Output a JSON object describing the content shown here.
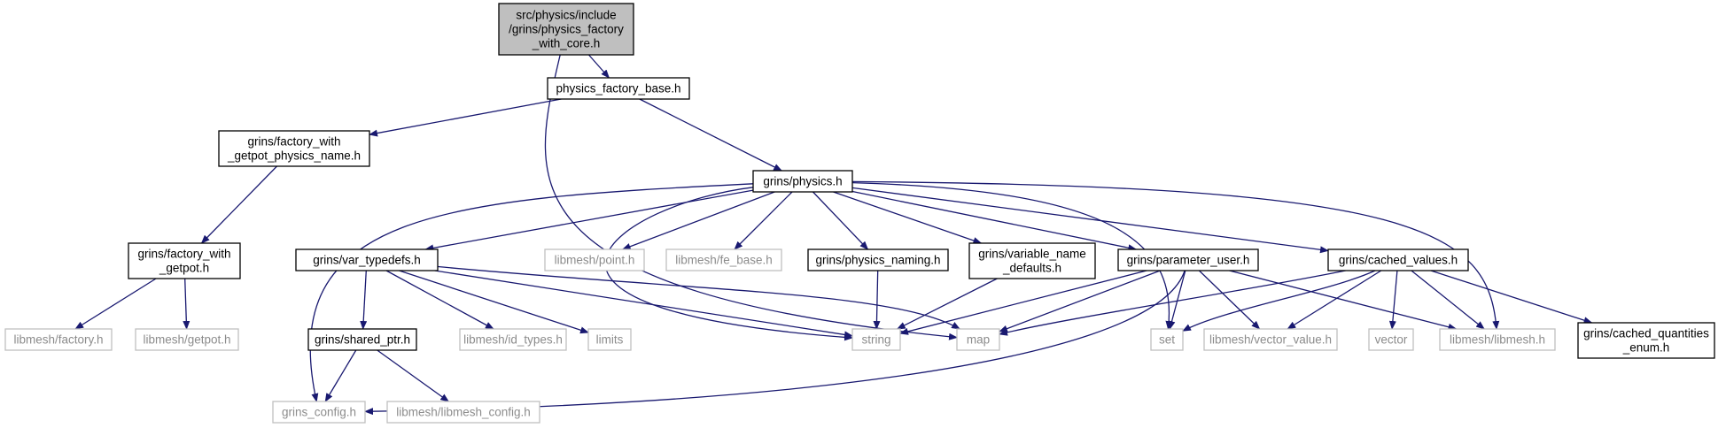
{
  "diagram": {
    "type": "include-dependency-graph",
    "colors": {
      "edge": "#191970",
      "root_fill": "#bfbfbf",
      "root_border": "#000000",
      "documented_border": "#000000",
      "external_border": "#bfbfbf",
      "documented_text": "#000000",
      "external_text": "#8c8c8c"
    },
    "nodes": [
      {
        "id": "root",
        "kind": "root",
        "lines": [
          "src/physics/include",
          "/grins/physics_factory",
          "_with_core.h"
        ]
      },
      {
        "id": "pfb",
        "kind": "documented",
        "lines": [
          "physics_factory_base.h"
        ]
      },
      {
        "id": "fwgpn",
        "kind": "documented",
        "lines": [
          "grins/factory_with",
          "_getpot_physics_name.h"
        ]
      },
      {
        "id": "physics",
        "kind": "documented",
        "lines": [
          "grins/physics.h"
        ]
      },
      {
        "id": "fwg",
        "kind": "documented",
        "lines": [
          "grins/factory_with",
          "_getpot.h"
        ]
      },
      {
        "id": "lfactory",
        "kind": "external",
        "lines": [
          "libmesh/factory.h"
        ]
      },
      {
        "id": "lgetpot",
        "kind": "external",
        "lines": [
          "libmesh/getpot.h"
        ]
      },
      {
        "id": "vartypedefs",
        "kind": "documented",
        "lines": [
          "grins/var_typedefs.h"
        ]
      },
      {
        "id": "lpoint",
        "kind": "external",
        "lines": [
          "libmesh/point.h"
        ]
      },
      {
        "id": "lfebase",
        "kind": "external",
        "lines": [
          "libmesh/fe_base.h"
        ]
      },
      {
        "id": "pnaming",
        "kind": "documented",
        "lines": [
          "grins/physics_naming.h"
        ]
      },
      {
        "id": "vndefaults",
        "kind": "documented",
        "lines": [
          "grins/variable_name",
          "_defaults.h"
        ]
      },
      {
        "id": "paramuser",
        "kind": "documented",
        "lines": [
          "grins/parameter_user.h"
        ]
      },
      {
        "id": "cachedvalues",
        "kind": "documented",
        "lines": [
          "grins/cached_values.h"
        ]
      },
      {
        "id": "sharedptr",
        "kind": "documented",
        "lines": [
          "grins/shared_ptr.h"
        ]
      },
      {
        "id": "lidtypes",
        "kind": "external",
        "lines": [
          "libmesh/id_types.h"
        ]
      },
      {
        "id": "limits",
        "kind": "external",
        "lines": [
          "limits"
        ]
      },
      {
        "id": "string",
        "kind": "external",
        "lines": [
          "string"
        ]
      },
      {
        "id": "map",
        "kind": "external",
        "lines": [
          "map"
        ]
      },
      {
        "id": "set",
        "kind": "external",
        "lines": [
          "set"
        ]
      },
      {
        "id": "lvectorvalue",
        "kind": "external",
        "lines": [
          "libmesh/vector_value.h"
        ]
      },
      {
        "id": "vector",
        "kind": "external",
        "lines": [
          "vector"
        ]
      },
      {
        "id": "llibmesh",
        "kind": "external",
        "lines": [
          "libmesh/libmesh.h"
        ]
      },
      {
        "id": "cqenum",
        "kind": "documented",
        "lines": [
          "grins/cached_quantities",
          "_enum.h"
        ]
      },
      {
        "id": "grinsconfig",
        "kind": "external",
        "lines": [
          "grins_config.h"
        ]
      },
      {
        "id": "llibmeshconfig",
        "kind": "external",
        "lines": [
          "libmesh/libmesh_config.h"
        ]
      }
    ],
    "edges": [
      [
        "root",
        "pfb"
      ],
      [
        "root",
        "map"
      ],
      [
        "pfb",
        "fwgpn"
      ],
      [
        "pfb",
        "physics"
      ],
      [
        "fwgpn",
        "fwg"
      ],
      [
        "fwg",
        "lfactory"
      ],
      [
        "fwg",
        "lgetpot"
      ],
      [
        "physics",
        "grinsconfig"
      ],
      [
        "physics",
        "vartypedefs"
      ],
      [
        "physics",
        "string"
      ],
      [
        "physics",
        "lpoint"
      ],
      [
        "physics",
        "lfebase"
      ],
      [
        "physics",
        "pnaming"
      ],
      [
        "physics",
        "vndefaults"
      ],
      [
        "physics",
        "paramuser"
      ],
      [
        "physics",
        "set"
      ],
      [
        "physics",
        "cachedvalues"
      ],
      [
        "physics",
        "llibmesh"
      ],
      [
        "vartypedefs",
        "sharedptr"
      ],
      [
        "vartypedefs",
        "lidtypes"
      ],
      [
        "vartypedefs",
        "limits"
      ],
      [
        "vartypedefs",
        "string"
      ],
      [
        "vartypedefs",
        "map"
      ],
      [
        "sharedptr",
        "grinsconfig"
      ],
      [
        "sharedptr",
        "llibmeshconfig"
      ],
      [
        "pnaming",
        "string"
      ],
      [
        "vndefaults",
        "string"
      ],
      [
        "paramuser",
        "string"
      ],
      [
        "paramuser",
        "map"
      ],
      [
        "paramuser",
        "set"
      ],
      [
        "paramuser",
        "lvectorvalue"
      ],
      [
        "paramuser",
        "llibmesh"
      ],
      [
        "paramuser",
        "grinsconfig"
      ],
      [
        "cachedvalues",
        "map"
      ],
      [
        "cachedvalues",
        "set"
      ],
      [
        "cachedvalues",
        "lvectorvalue"
      ],
      [
        "cachedvalues",
        "vector"
      ],
      [
        "cachedvalues",
        "llibmesh"
      ],
      [
        "cachedvalues",
        "cqenum"
      ]
    ]
  }
}
